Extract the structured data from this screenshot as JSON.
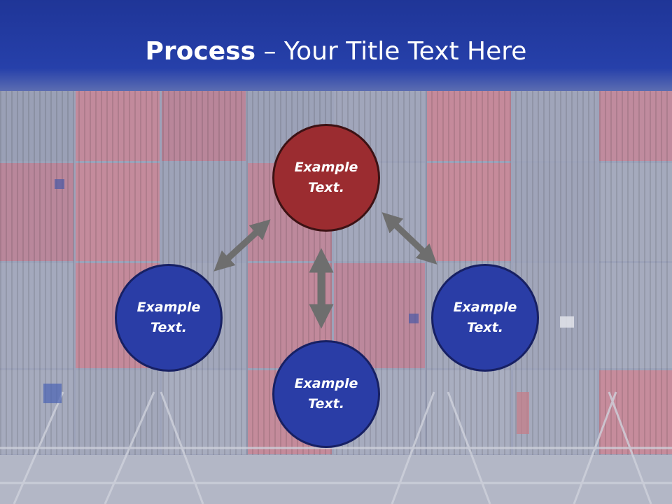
{
  "slide": {
    "title_bold": "Process",
    "title_rest": " – Your Title Text Here"
  },
  "diagram": {
    "nodes": [
      {
        "id": "top",
        "label": "Example Text.",
        "color": "#9b2c30"
      },
      {
        "id": "left",
        "label": "Example Text.",
        "color": "#2a3da6"
      },
      {
        "id": "right",
        "label": "Example Text.",
        "color": "#2a3da6"
      },
      {
        "id": "bottom",
        "label": "Example Text.",
        "color": "#2a3da6"
      }
    ],
    "arrow_color": "#6e6e6e",
    "connections": [
      {
        "from": "top",
        "to": "left",
        "bidirectional": true
      },
      {
        "from": "top",
        "to": "right",
        "bidirectional": true
      },
      {
        "from": "top",
        "to": "bottom",
        "bidirectional": true
      }
    ]
  }
}
